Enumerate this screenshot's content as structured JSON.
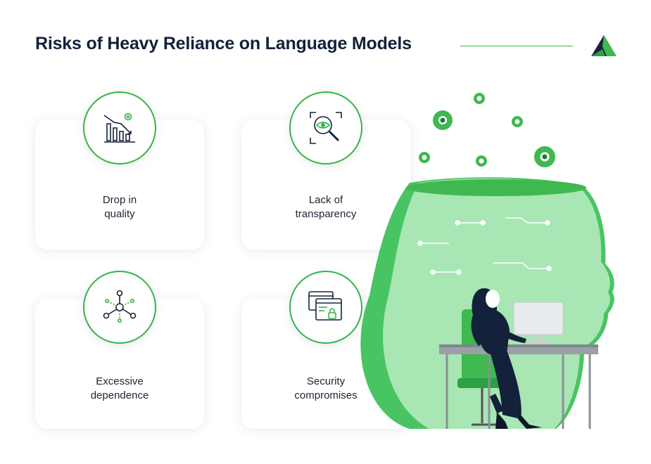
{
  "header": {
    "title": "Risks of Heavy Reliance on Language Models",
    "logo": "triangle-logo-icon"
  },
  "cards": [
    {
      "line1": "Drop in",
      "line2": "quality",
      "icon": "bar-chart-decline-icon"
    },
    {
      "line1": "Lack of",
      "line2": "transparency",
      "icon": "magnifier-eye-icon"
    },
    {
      "line1": "Excessive",
      "line2": "dependence",
      "icon": "network-nodes-icon"
    },
    {
      "line1": "Security",
      "line2": "compromises",
      "icon": "browser-lock-icon"
    }
  ],
  "colors": {
    "accent": "#36b44a",
    "accent_light": "#a8e6b4",
    "dark": "#13213a"
  }
}
